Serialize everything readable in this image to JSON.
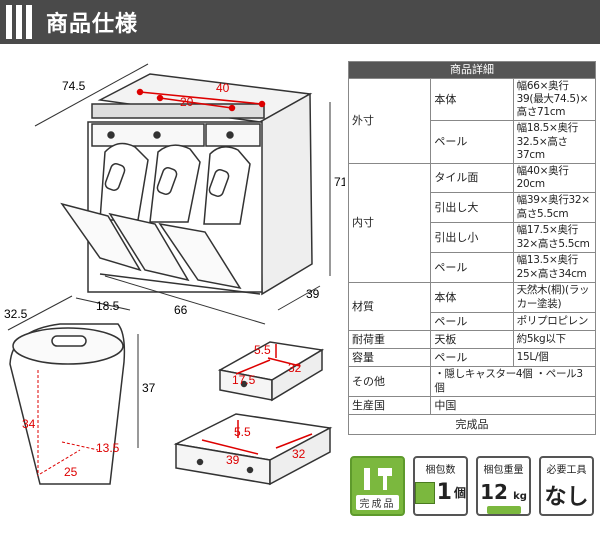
{
  "header": {
    "title": "商品仕様"
  },
  "dims": {
    "main_depth": "74.5",
    "main_top": "40",
    "main_inner": "20",
    "main_height": "71",
    "main_depth2": "39",
    "main_width": "66",
    "pail_w": "32.5",
    "pail_d": "18.5",
    "pail_h": "37",
    "pail_in_h": "34",
    "pail_in_d": "13.5",
    "pail_in_w": "25",
    "drawer_s_h": "5.5",
    "drawer_s_d": "32",
    "drawer_s_w": "17.5",
    "drawer_l_h": "5.5",
    "drawer_l_d": "32",
    "drawer_l_w": "39"
  },
  "specs": {
    "heading": "商品詳細",
    "rows": [
      {
        "group": "外寸",
        "sub": "本体",
        "val": "幅66×奥行39(最大74.5)×高さ71cm"
      },
      {
        "sub": "ペール",
        "val": "幅18.5×奥行32.5×高さ37cm"
      },
      {
        "group": "内寸",
        "sub": "タイル面",
        "val": "幅40×奥行20cm"
      },
      {
        "sub": "引出し大",
        "val": "幅39×奥行32×高さ5.5cm"
      },
      {
        "sub": "引出し小",
        "val": "幅17.5×奥行32×高さ5.5cm"
      },
      {
        "sub": "ペール",
        "val": "幅13.5×奥行25×高さ34cm"
      },
      {
        "group": "材質",
        "sub": "本体",
        "val": "天然木(桐)(ラッカー塗装)"
      },
      {
        "sub": "ペール",
        "val": "ポリプロピレン"
      },
      {
        "group": "耐荷重",
        "sub": "天板",
        "val": "約5kg以下"
      },
      {
        "group": "容量",
        "sub": "ペール",
        "val": "15L/個"
      },
      {
        "group": "その他",
        "val": "・隠しキャスター4個 ・ペール3個"
      },
      {
        "group": "生産国",
        "sub": "中国"
      }
    ],
    "footer": "完成品"
  },
  "badges": [
    {
      "label": "完成品"
    },
    {
      "top": "梱包数",
      "big": "1",
      "unit": "個"
    },
    {
      "top": "梱包重量",
      "big": "12",
      "unit": "kg"
    },
    {
      "top": "必要工具",
      "big": "なし"
    }
  ]
}
